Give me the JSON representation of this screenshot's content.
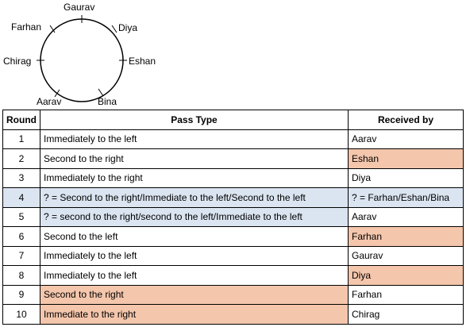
{
  "diagram": {
    "names": [
      "Gaurav",
      "Diya",
      "Eshan",
      "Bina",
      "Aarav",
      "Chirag",
      "Farhan"
    ]
  },
  "table": {
    "headers": [
      "Round",
      "Pass Type",
      "Received by"
    ],
    "rows": [
      {
        "round": "1",
        "pass": "Immediately to the left",
        "received": "Aarav"
      },
      {
        "round": "2",
        "pass": "Second to the right",
        "received": "Eshan"
      },
      {
        "round": "3",
        "pass": "Immediately to the right",
        "received": "Diya"
      },
      {
        "round": "4",
        "pass": "? = Second to the right/Immediate to the left/Second to the left",
        "received": "? = Farhan/Eshan/Bina"
      },
      {
        "round": "5",
        "pass": "? = second to the right/second to the left/Immediate to the left",
        "received": "Aarav"
      },
      {
        "round": "6",
        "pass": "Second to the left",
        "received": "Farhan"
      },
      {
        "round": "7",
        "pass": "Immediately to the left",
        "received": "Gaurav"
      },
      {
        "round": "8",
        "pass": "Immediately to the left",
        "received": "Diya"
      },
      {
        "round": "9",
        "pass": "Second to the right",
        "received": "Farhan"
      },
      {
        "round": "10",
        "pass": "Immediate to the right",
        "received": "Chirag"
      }
    ]
  },
  "colors": {
    "highlight_blue": "#dbe5f1",
    "highlight_salmon": "#f4c6ac"
  }
}
